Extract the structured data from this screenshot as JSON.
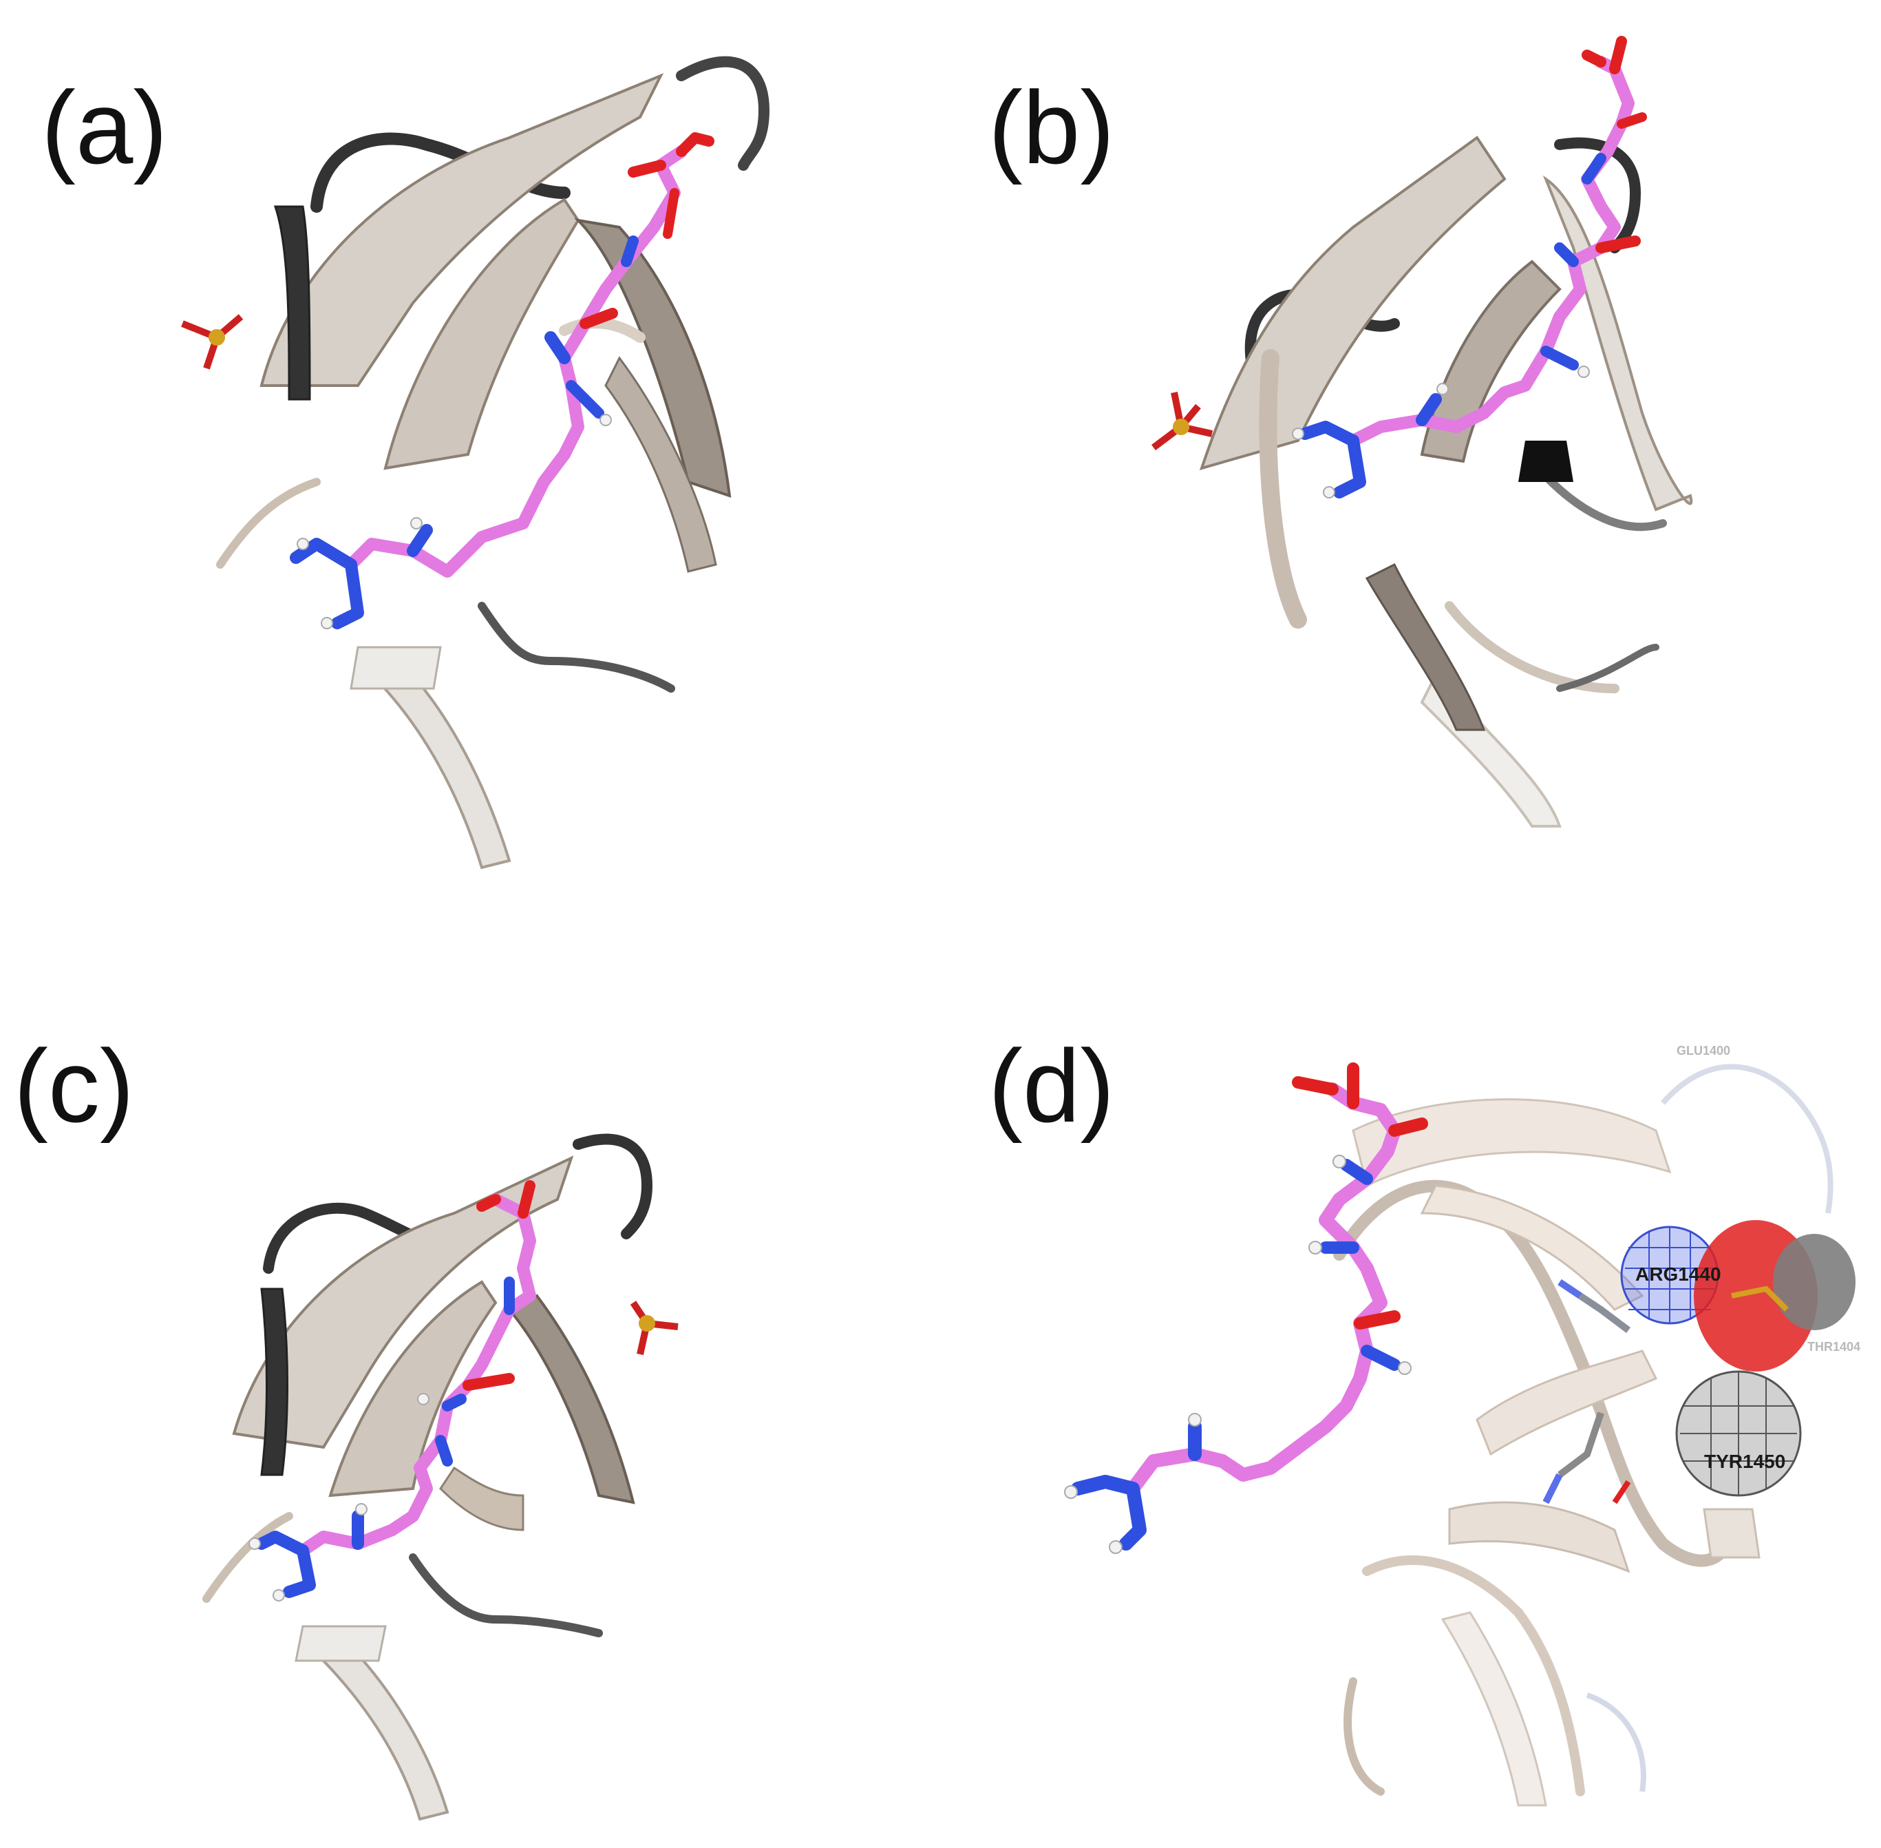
{
  "colors": {
    "background": "#ffffff",
    "ribbon_light": "#e9e6e2",
    "ribbon_mid": "#b5aaa0",
    "ribbon_edge": "#8d8174",
    "loop_dark": "#3a3a3a",
    "peptide_carbon": "#e27ae2",
    "nitrogen": "#2f4fe0",
    "oxygen": "#e02020",
    "hydrogen": "#f2f2f2",
    "sulfur_phosphate": "#d4a020",
    "mesh_blue": "#5a6fe8",
    "surface_red": "#e23030",
    "surface_gray": "#7d7d7d"
  },
  "panels": [
    {
      "id": "a",
      "label": "(a)"
    },
    {
      "id": "b",
      "label": "(b)"
    },
    {
      "id": "c",
      "label": "(c)"
    },
    {
      "id": "d",
      "label": "(d)"
    }
  ],
  "residue_labels": {
    "arg": "ARG1440",
    "tyr": "TYR1450",
    "glu": "GLU1400",
    "thr": "THR1404"
  },
  "icons": [
    "protein-ribbon-icon",
    "peptide-stick-icon",
    "phosphate-ion-icon",
    "interaction-surface-icon"
  ]
}
